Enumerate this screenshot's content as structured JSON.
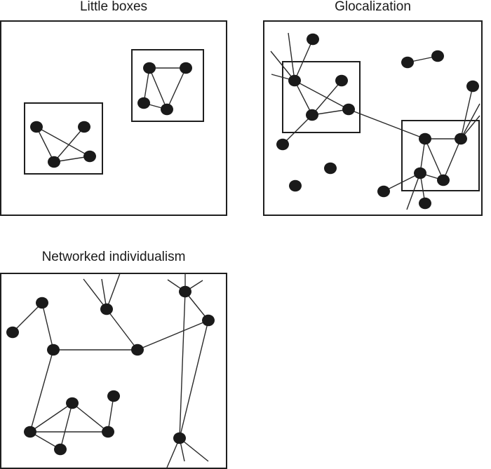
{
  "panels": [
    {
      "id": "little-boxes",
      "title": "Little boxes",
      "groups": 2,
      "nodes": 8,
      "description": "Two separate dense clusters, each enclosed in its own box, with no ties between them"
    },
    {
      "id": "glocalization",
      "title": "Glocalization",
      "groups": 2,
      "nodes": 17,
      "description": "Two boxed clusters linked to each other and to outside nodes, with ties extending beyond the frame"
    },
    {
      "id": "networked-individualism",
      "title": "Networked individualism",
      "groups": 0,
      "nodes": 13,
      "description": "No enclosing boxes; sparse, far-reaching ties between individuals, many extending beyond the frame"
    }
  ],
  "colors": {
    "node": "#1a1a1a",
    "line": "#2a2a2a",
    "background": "#ffffff"
  }
}
